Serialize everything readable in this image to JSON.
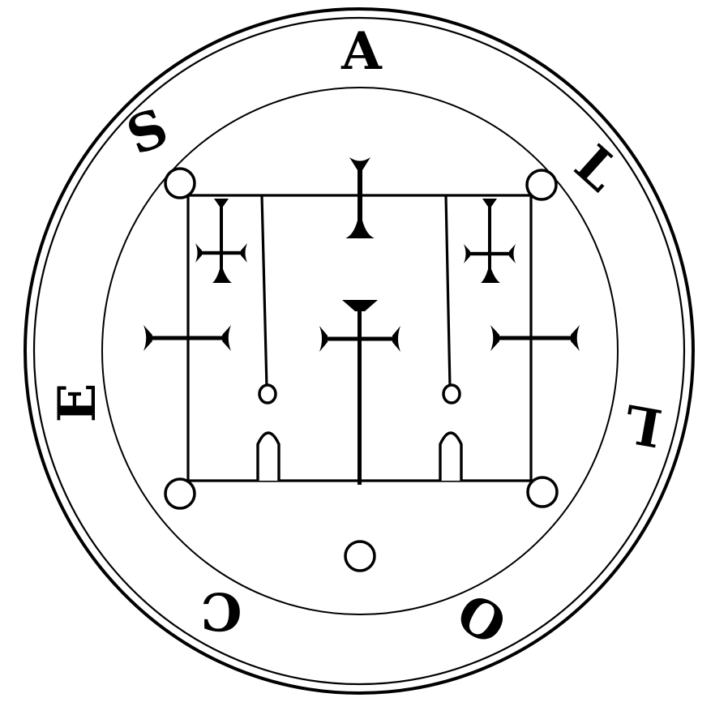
{
  "seal": {
    "letters": [
      "A",
      "L",
      "L",
      "O",
      "C",
      "E",
      "S"
    ]
  }
}
